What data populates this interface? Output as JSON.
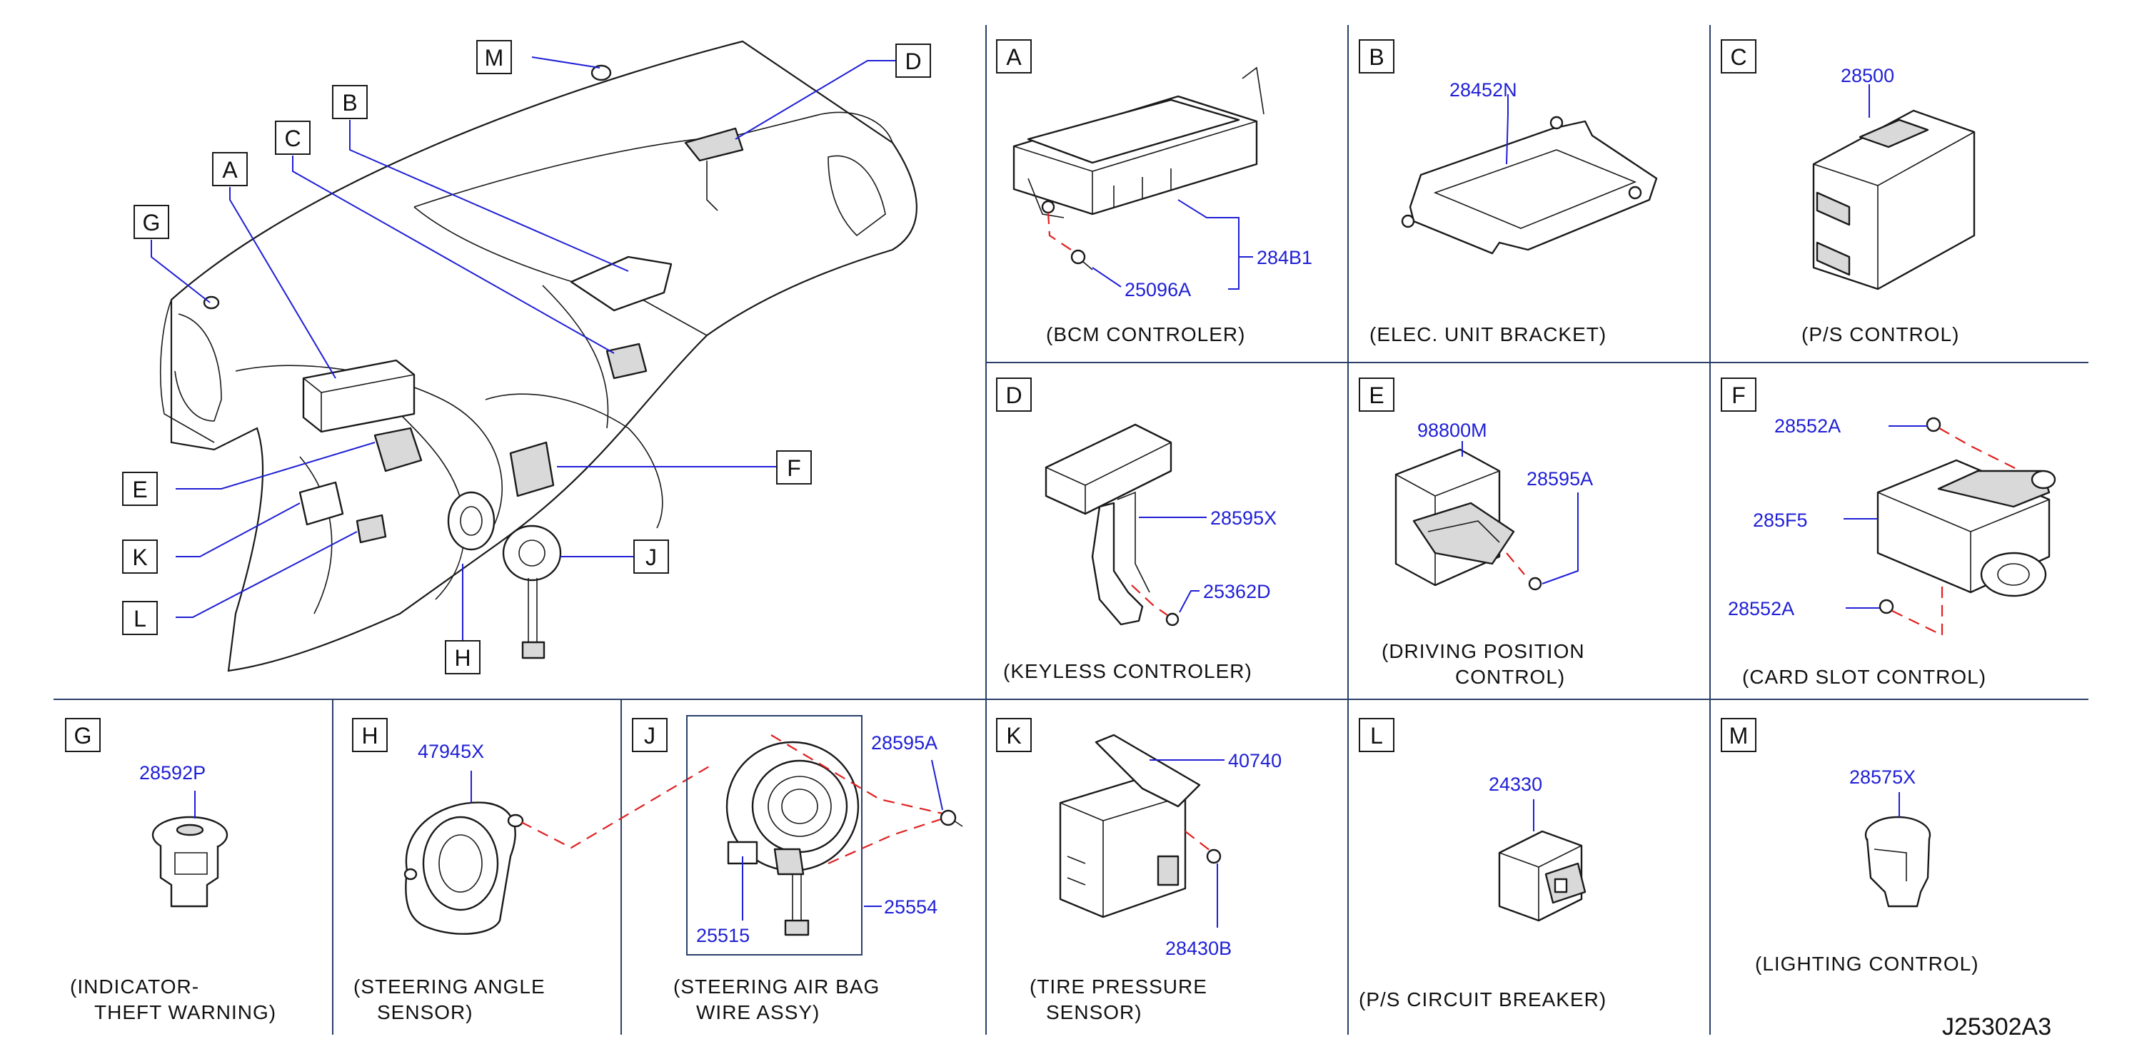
{
  "drawing_id": "J25302A3",
  "overview": {
    "callouts": [
      "M",
      "D",
      "B",
      "C",
      "A",
      "G",
      "E",
      "F",
      "K",
      "L",
      "J",
      "H"
    ]
  },
  "panels": {
    "A": {
      "letter": "A",
      "caption_lines": [
        "(BCM  CONTROLER)"
      ],
      "parts": [
        "284B1",
        "25096A"
      ]
    },
    "B": {
      "letter": "B",
      "caption_lines": [
        "(ELEC.  UNIT  BRACKET)"
      ],
      "parts": [
        "28452N"
      ]
    },
    "C": {
      "letter": "C",
      "caption_lines": [
        "(P/S  CONTROL)"
      ],
      "parts": [
        "28500"
      ]
    },
    "D": {
      "letter": "D",
      "caption_lines": [
        "(KEYLESS  CONTROLER)"
      ],
      "parts": [
        "28595X",
        "25362D"
      ]
    },
    "E": {
      "letter": "E",
      "caption_lines": [
        "(DRIVING  POSITION",
        "CONTROL)"
      ],
      "parts": [
        "98800M",
        "28595A"
      ]
    },
    "F": {
      "letter": "F",
      "caption_lines": [
        "(CARD  SLOT  CONTROL)"
      ],
      "parts": [
        "28552A",
        "285F5",
        "28552A"
      ]
    },
    "G": {
      "letter": "G",
      "caption_lines": [
        "(INDICATOR-",
        "THEFT  WARNING)"
      ],
      "parts": [
        "28592P"
      ]
    },
    "H": {
      "letter": "H",
      "caption_lines": [
        "(STEERING  ANGLE",
        "SENSOR)"
      ],
      "parts": [
        "47945X"
      ]
    },
    "J": {
      "letter": "J",
      "caption_lines": [
        "(STEERING  AIR  BAG",
        "WIRE  ASSY)"
      ],
      "parts": [
        "28595A",
        "25554",
        "25515"
      ]
    },
    "K": {
      "letter": "K",
      "caption_lines": [
        "(TIRE  PRESSURE",
        "SENSOR)"
      ],
      "parts": [
        "40740",
        "28430B"
      ]
    },
    "L": {
      "letter": "L",
      "caption_lines": [
        "(P/S  CIRCUIT  BREAKER)"
      ],
      "parts": [
        "24330"
      ]
    },
    "M": {
      "letter": "M",
      "caption_lines": [
        "(LIGHTING  CONTROL)"
      ],
      "parts": [
        "28575X"
      ]
    }
  }
}
